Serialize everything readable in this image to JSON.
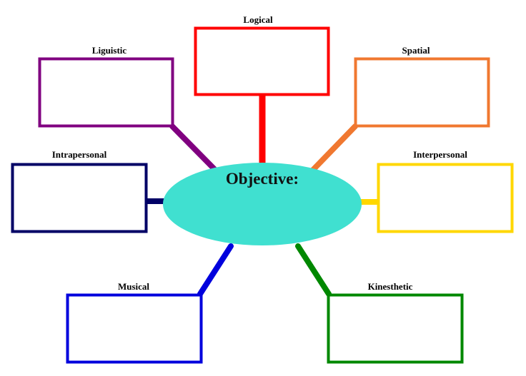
{
  "center": {
    "title": "Objective:",
    "fill": "#40e0d0"
  },
  "nodes": [
    {
      "id": "logical",
      "label": "Logical",
      "color": "#ff0000"
    },
    {
      "id": "liguistic",
      "label": "Liguistic",
      "color": "#800080"
    },
    {
      "id": "spatial",
      "label": "Spatial",
      "color": "#f07830"
    },
    {
      "id": "intrapersonal",
      "label": "Intrapersonal",
      "color": "#000066"
    },
    {
      "id": "interpersonal",
      "label": "Interpersonal",
      "color": "#ffd700"
    },
    {
      "id": "musical",
      "label": "Musical",
      "color": "#0000dd"
    },
    {
      "id": "kinesthetic",
      "label": "Kinesthetic",
      "color": "#008800"
    }
  ]
}
